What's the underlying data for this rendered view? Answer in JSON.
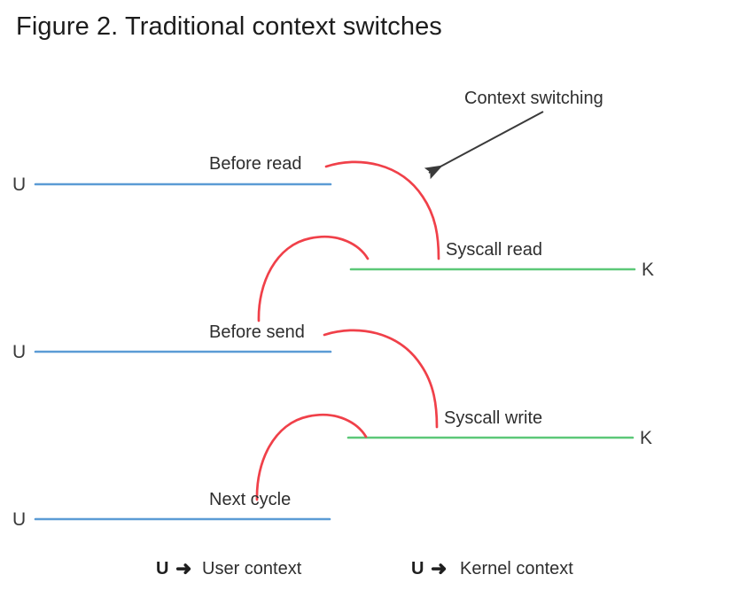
{
  "figure": {
    "title": "Figure 2. Traditional context switches"
  },
  "colors": {
    "user_line": "#5B9BD5",
    "kernel_line": "#5CC878",
    "switch_arc": "#F04049",
    "annotation": "#3a3a3a",
    "text": "#2e2e2e",
    "background": "#ffffff"
  },
  "annotation": {
    "label": "Context switching",
    "arrow_icon": "arrow-pointer-icon"
  },
  "lanes": [
    {
      "id": "user-lane-1",
      "letter": "U",
      "type": "user",
      "label": "Before read"
    },
    {
      "id": "kernel-lane-1",
      "letter": "K",
      "type": "kernel",
      "label": "Syscall read"
    },
    {
      "id": "user-lane-2",
      "letter": "U",
      "type": "user",
      "label": "Before send"
    },
    {
      "id": "kernel-lane-2",
      "letter": "K",
      "type": "kernel",
      "label": "Syscall write"
    },
    {
      "id": "user-lane-3",
      "letter": "U",
      "type": "user",
      "label": "Next cycle"
    }
  ],
  "transitions": [
    {
      "id": "switch-read-enter",
      "from": "user-lane-1",
      "to": "kernel-lane-1",
      "direction": "user-to-kernel"
    },
    {
      "id": "switch-read-return",
      "from": "kernel-lane-1",
      "to": "user-lane-2",
      "direction": "kernel-to-user"
    },
    {
      "id": "switch-write-enter",
      "from": "user-lane-2",
      "to": "kernel-lane-2",
      "direction": "user-to-kernel"
    },
    {
      "id": "switch-write-return",
      "from": "kernel-lane-2",
      "to": "user-lane-3",
      "direction": "kernel-to-user"
    }
  ],
  "legend": {
    "items": [
      {
        "key": "U",
        "arrow": "➜",
        "text": "User context"
      },
      {
        "key": "U",
        "arrow": "➜",
        "text": "Kernel context"
      }
    ]
  }
}
